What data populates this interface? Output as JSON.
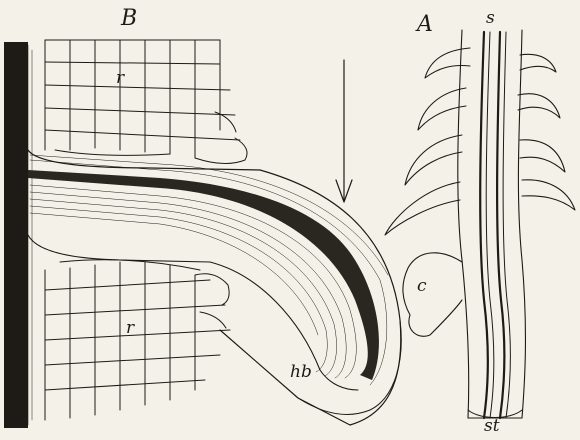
{
  "figure": {
    "labels": {
      "panel_a": "A",
      "panel_b": "B",
      "s": "s",
      "st": "st",
      "c": "c",
      "hb": "hb",
      "r_upper": "r",
      "r_lower": "r"
    }
  },
  "colors": {
    "ink": "#1e1b16",
    "paper": "#f4f1e8"
  }
}
